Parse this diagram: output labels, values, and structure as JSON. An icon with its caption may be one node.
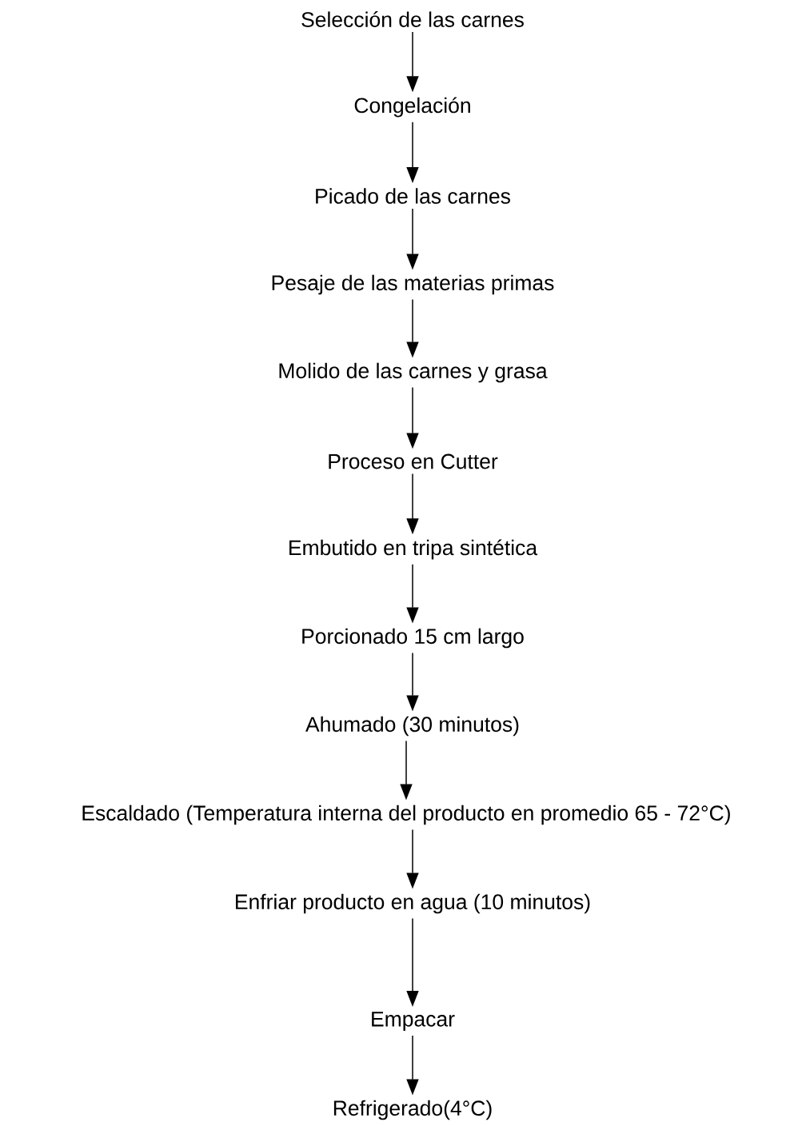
{
  "diagram": {
    "nodes": [
      {
        "text": [
          "Selección de las carnes"
        ]
      },
      {
        "text": [
          "Congelación"
        ]
      },
      {
        "text": [
          "Picado de las carnes"
        ]
      },
      {
        "text": [
          "Pesaje de las materias primas"
        ]
      },
      {
        "text": [
          "Molido de las carnes y grasa"
        ]
      },
      {
        "text": [
          "Proceso en Cutter"
        ]
      },
      {
        "text": [
          "Embutido en tripa sintética"
        ]
      },
      {
        "text": [
          "Porcionado  15 cm largo"
        ]
      },
      {
        "text": [
          "Ahumado (30 minutos)"
        ]
      },
      {
        "text": [
          "Escaldado (Temperatura interna del producto en promedio 65 - 72°C)"
        ]
      },
      {
        "text": [
          "Enfriar producto en agua (10 minutos)"
        ]
      },
      {
        "text": [
          "Empacar"
        ]
      },
      {
        "text": [
          "Refrigerado(4°C)"
        ]
      }
    ],
    "edges": [
      {
        "from": 0,
        "to": 1,
        "arrow": "to"
      },
      {
        "from": 1,
        "to": 2,
        "arrow": "to"
      },
      {
        "from": 2,
        "to": 3,
        "arrow": "to"
      },
      {
        "from": 3,
        "to": 4,
        "arrow": "to"
      },
      {
        "from": 4,
        "to": 5,
        "arrow": "to"
      },
      {
        "from": 5,
        "to": 6,
        "arrow": "to"
      },
      {
        "from": 6,
        "to": 7,
        "arrow": "to"
      },
      {
        "from": 7,
        "to": 8,
        "arrow": "to"
      },
      {
        "from": 8,
        "to": 9,
        "arrow": "to"
      },
      {
        "from": 9,
        "to": 10,
        "arrow": "to"
      },
      {
        "from": 10,
        "to": 11,
        "arrow": "to"
      },
      {
        "from": 11,
        "to": 12,
        "arrow": "to"
      }
    ]
  }
}
